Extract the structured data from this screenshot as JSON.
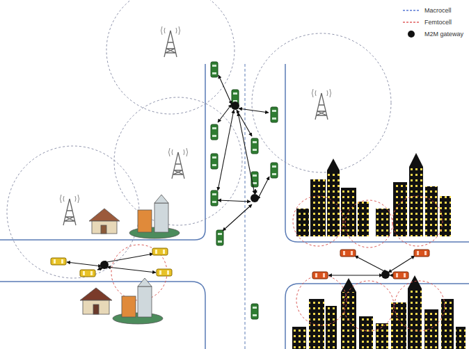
{
  "diagram": {
    "legend": [
      {
        "text": "Macrocell"
      },
      {
        "text": "Femtocell"
      },
      {
        "text": "M2M gateway"
      }
    ]
  }
}
